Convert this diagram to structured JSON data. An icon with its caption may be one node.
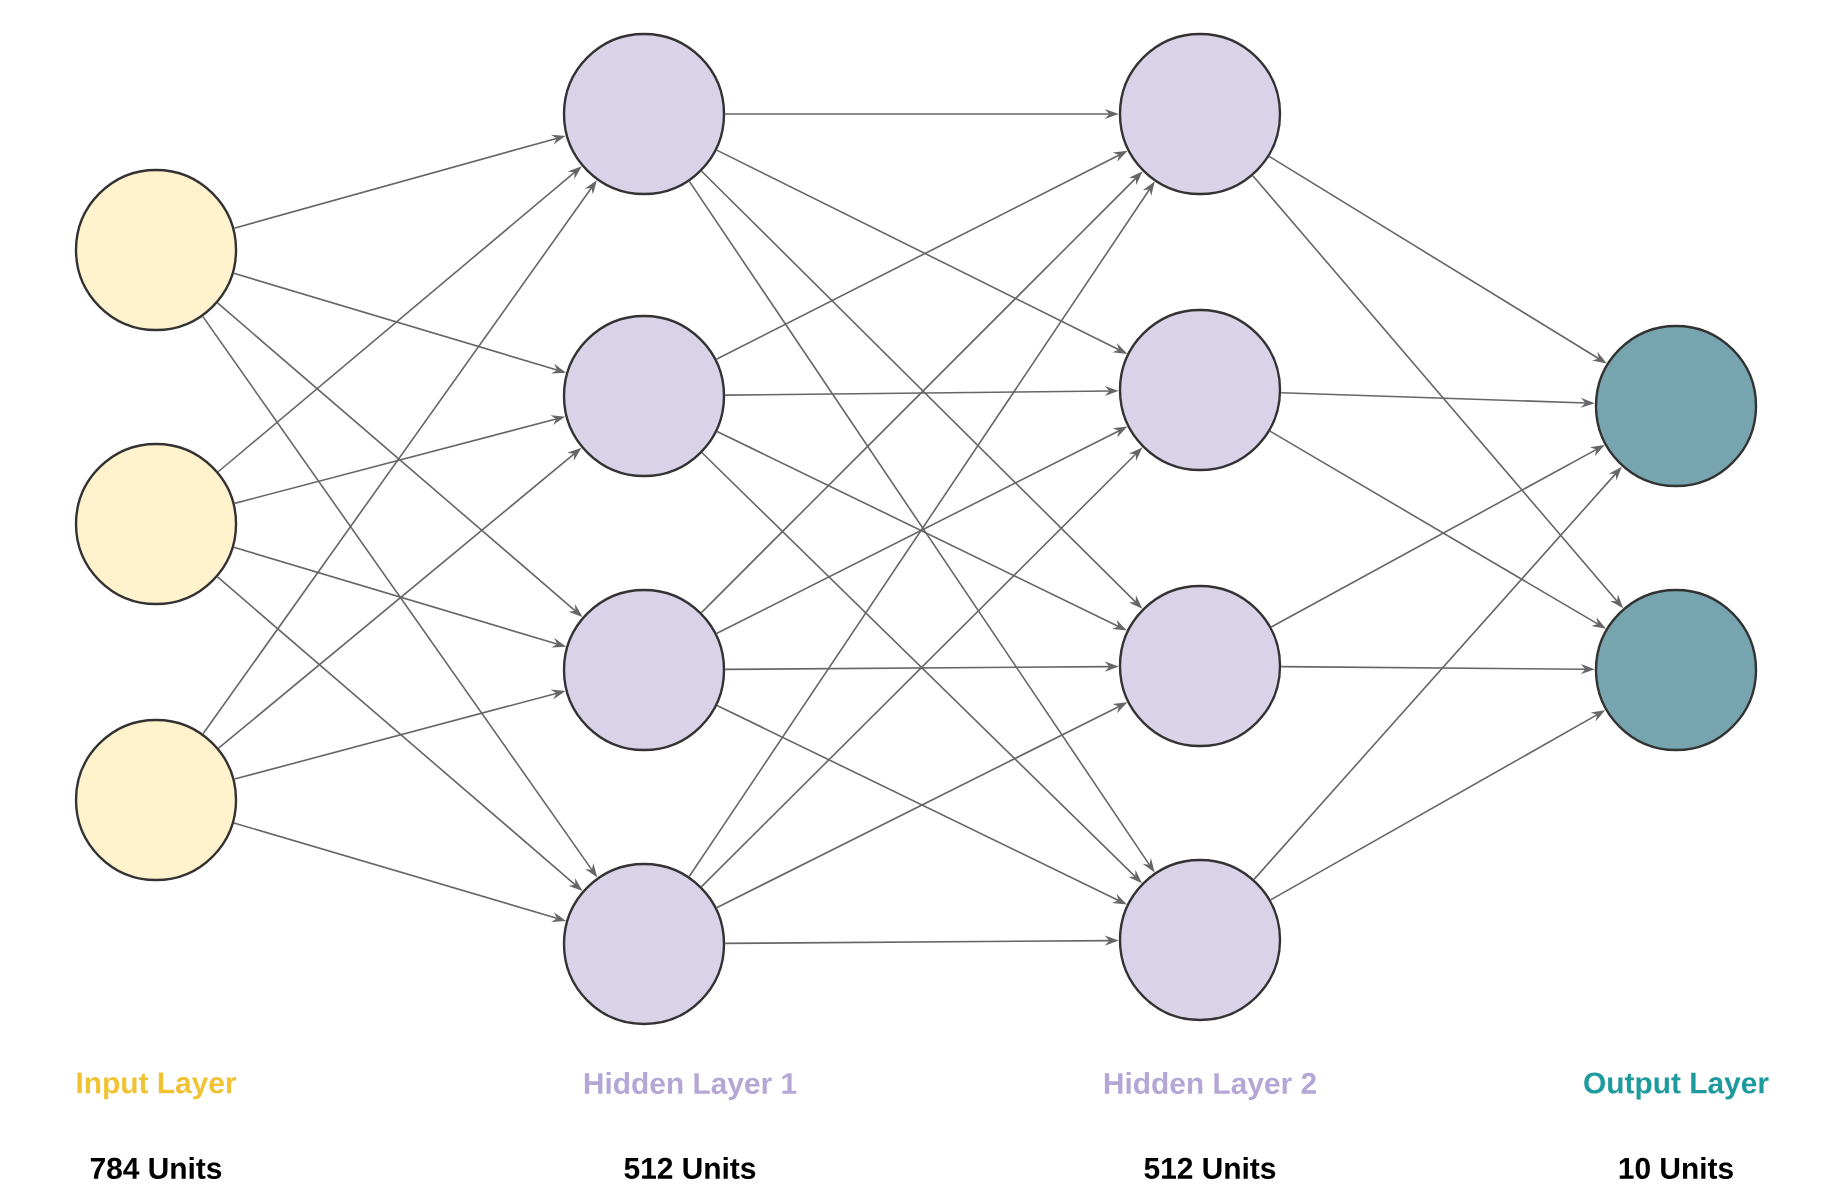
{
  "diagram": {
    "nodes": [
      {
        "text": [],
        "shape": "circle"
      },
      {
        "text": [],
        "shape": "circle"
      },
      {
        "text": [],
        "shape": "circle"
      },
      {
        "text": [],
        "shape": "circle"
      },
      {
        "text": [],
        "shape": "circle"
      },
      {
        "text": [],
        "shape": "circle"
      },
      {
        "text": [],
        "shape": "circle"
      },
      {
        "text": [],
        "shape": "circle"
      },
      {
        "text": [],
        "shape": "circle"
      },
      {
        "text": [],
        "shape": "circle"
      },
      {
        "text": [],
        "shape": "circle"
      },
      {
        "text": [],
        "shape": "circle"
      },
      {
        "text": [],
        "shape": "circle"
      }
    ],
    "edges": [
      {
        "from": 0,
        "to": 3,
        "arrow": "to"
      },
      {
        "from": 0,
        "to": 4,
        "arrow": "to"
      },
      {
        "from": 0,
        "to": 5,
        "arrow": "to"
      },
      {
        "from": 0,
        "to": 6,
        "arrow": "to"
      },
      {
        "from": 1,
        "to": 3,
        "arrow": "to"
      },
      {
        "from": 1,
        "to": 4,
        "arrow": "to"
      },
      {
        "from": 1,
        "to": 5,
        "arrow": "to"
      },
      {
        "from": 1,
        "to": 6,
        "arrow": "to"
      },
      {
        "from": 2,
        "to": 3,
        "arrow": "to"
      },
      {
        "from": 2,
        "to": 4,
        "arrow": "to"
      },
      {
        "from": 2,
        "to": 5,
        "arrow": "to"
      },
      {
        "from": 2,
        "to": 6,
        "arrow": "to"
      },
      {
        "from": 3,
        "to": 7,
        "arrow": "to"
      },
      {
        "from": 3,
        "to": 8,
        "arrow": "to"
      },
      {
        "from": 3,
        "to": 9,
        "arrow": "to"
      },
      {
        "from": 3,
        "to": 10,
        "arrow": "to"
      },
      {
        "from": 4,
        "to": 7,
        "arrow": "to"
      },
      {
        "from": 4,
        "to": 8,
        "arrow": "to"
      },
      {
        "from": 4,
        "to": 9,
        "arrow": "to"
      },
      {
        "from": 4,
        "to": 10,
        "arrow": "to"
      },
      {
        "from": 5,
        "to": 7,
        "arrow": "to"
      },
      {
        "from": 5,
        "to": 8,
        "arrow": "to"
      },
      {
        "from": 5,
        "to": 9,
        "arrow": "to"
      },
      {
        "from": 5,
        "to": 10,
        "arrow": "to"
      },
      {
        "from": 6,
        "to": 7,
        "arrow": "to"
      },
      {
        "from": 6,
        "to": 8,
        "arrow": "to"
      },
      {
        "from": 6,
        "to": 9,
        "arrow": "to"
      },
      {
        "from": 6,
        "to": 10,
        "arrow": "to"
      },
      {
        "from": 7,
        "to": 11,
        "arrow": "to"
      },
      {
        "from": 7,
        "to": 12,
        "arrow": "to"
      },
      {
        "from": 8,
        "to": 11,
        "arrow": "to"
      },
      {
        "from": 8,
        "to": 12,
        "arrow": "to"
      },
      {
        "from": 9,
        "to": 11,
        "arrow": "to"
      },
      {
        "from": 9,
        "to": 12,
        "arrow": "to"
      },
      {
        "from": 10,
        "to": 11,
        "arrow": "to"
      },
      {
        "from": 10,
        "to": 12,
        "arrow": "to"
      }
    ],
    "labels": [
      "Input Layer",
      "Hidden Layer 1",
      "Hidden Layer 2",
      "Output Layer",
      "784 Units",
      "512 Units",
      "512 Units",
      "10 Units"
    ]
  }
}
